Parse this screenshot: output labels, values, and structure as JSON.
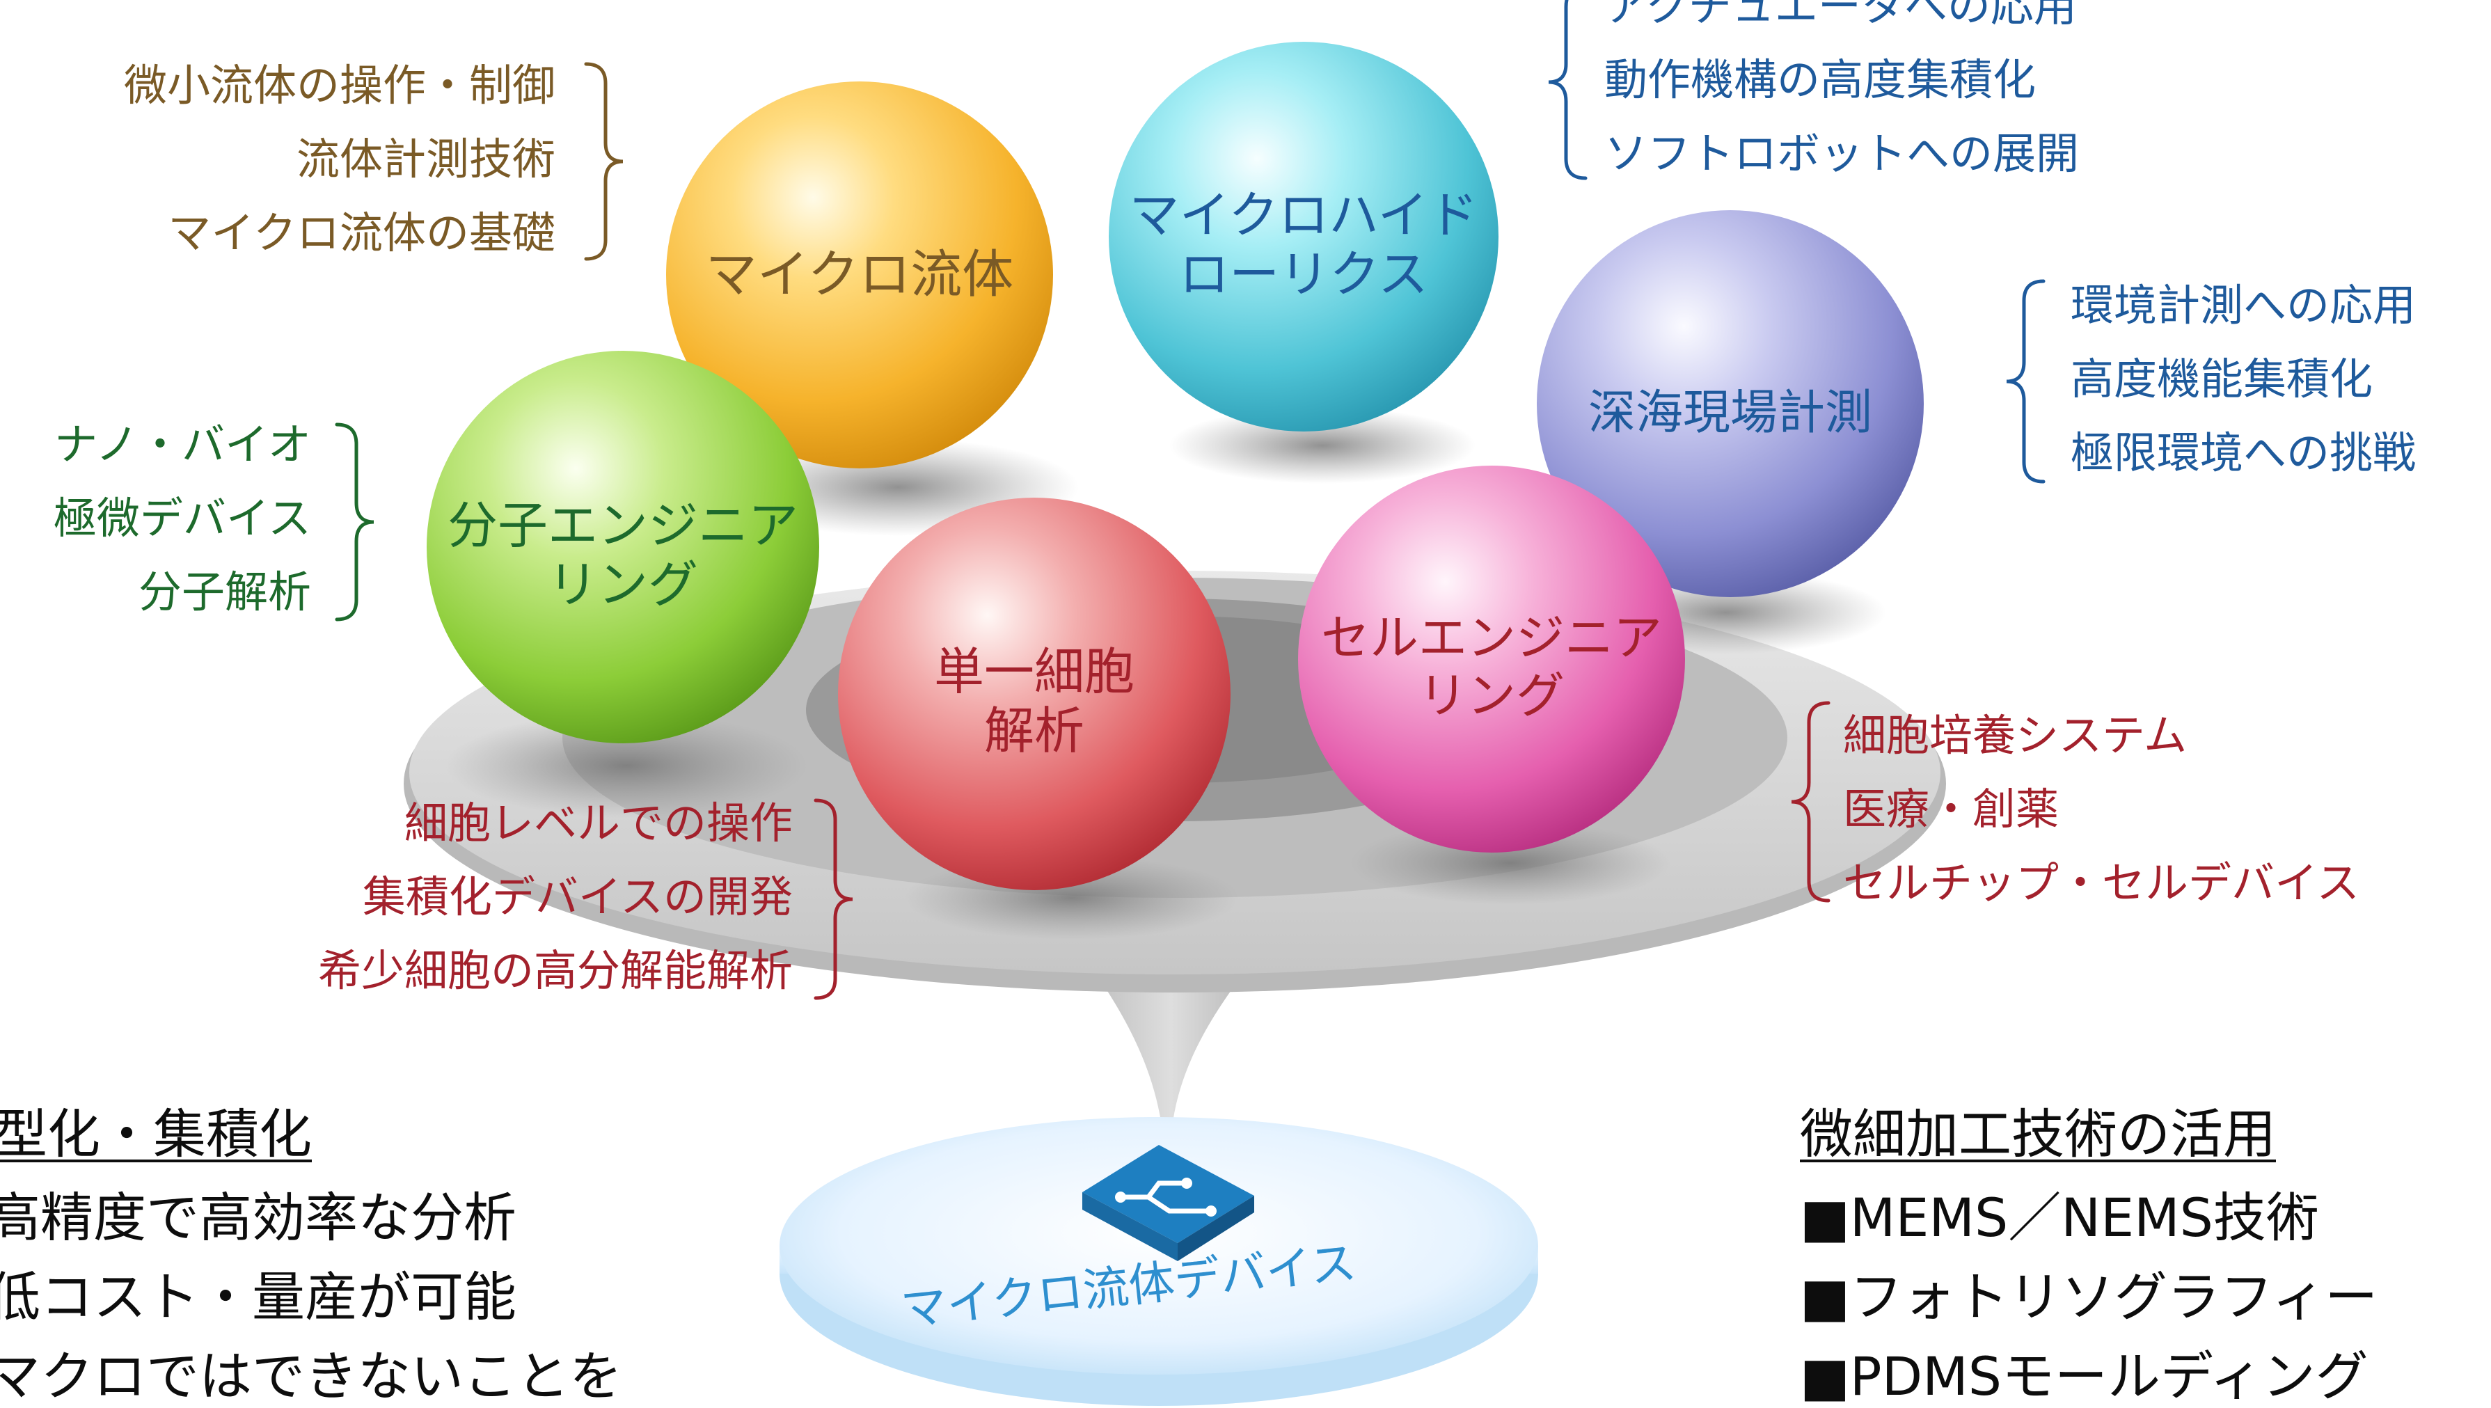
{
  "colors": {
    "brown": "#7a5a26",
    "blue": "#1e5a9c",
    "green": "#1d6a2c",
    "red": "#a3212c",
    "black": "#0d0d0d",
    "device_text": "#2e8fcf"
  },
  "spheres": {
    "microfluidics": {
      "name": "マイクロ流体"
    },
    "hydraulics": {
      "lines": [
        "マイクロハイド",
        "ローリクス"
      ]
    },
    "deepsea": {
      "name": "深海現場計測"
    },
    "molecular": {
      "lines": [
        "分子エンジニア",
        "リング"
      ]
    },
    "single_cell": {
      "lines": [
        "単一細胞",
        "解析"
      ]
    },
    "cell_eng": {
      "lines": [
        "セルエンジニア",
        "リング"
      ]
    }
  },
  "notes": {
    "microfluidics": [
      "微小流体の操作・制御",
      "流体計測技術",
      "マイクロ流体の基礎"
    ],
    "hydraulics": [
      "アクチュエータへの応用",
      "動作機構の高度集積化",
      "ソフトロボットへの展開"
    ],
    "deepsea": [
      "環境計測への応用",
      "高度機能集積化",
      "極限環境への挑戦"
    ],
    "molecular": [
      "ナノ・バイオ",
      "極微デバイス",
      "分子解析"
    ],
    "single_cell": [
      "細胞レベルでの操作",
      "集積化デバイスの開発",
      "希少細胞の高分解能解析"
    ],
    "cell_eng": [
      "細胞培養システム",
      "医療・創薬",
      "セルチップ・セルデバイス"
    ]
  },
  "device": {
    "label": "マイクロ流体デバイス"
  },
  "left_block": {
    "heading": "型化・集積化",
    "items": [
      "高精度で高効率な分析",
      "低コスト・量産が可能",
      "マクロではできないことを"
    ]
  },
  "right_block": {
    "heading": "微細加工技術の活用",
    "items": [
      "■MEMS／NEMS技術",
      "■フォトリソグラフィー",
      "■PDMSモールディング"
    ]
  }
}
